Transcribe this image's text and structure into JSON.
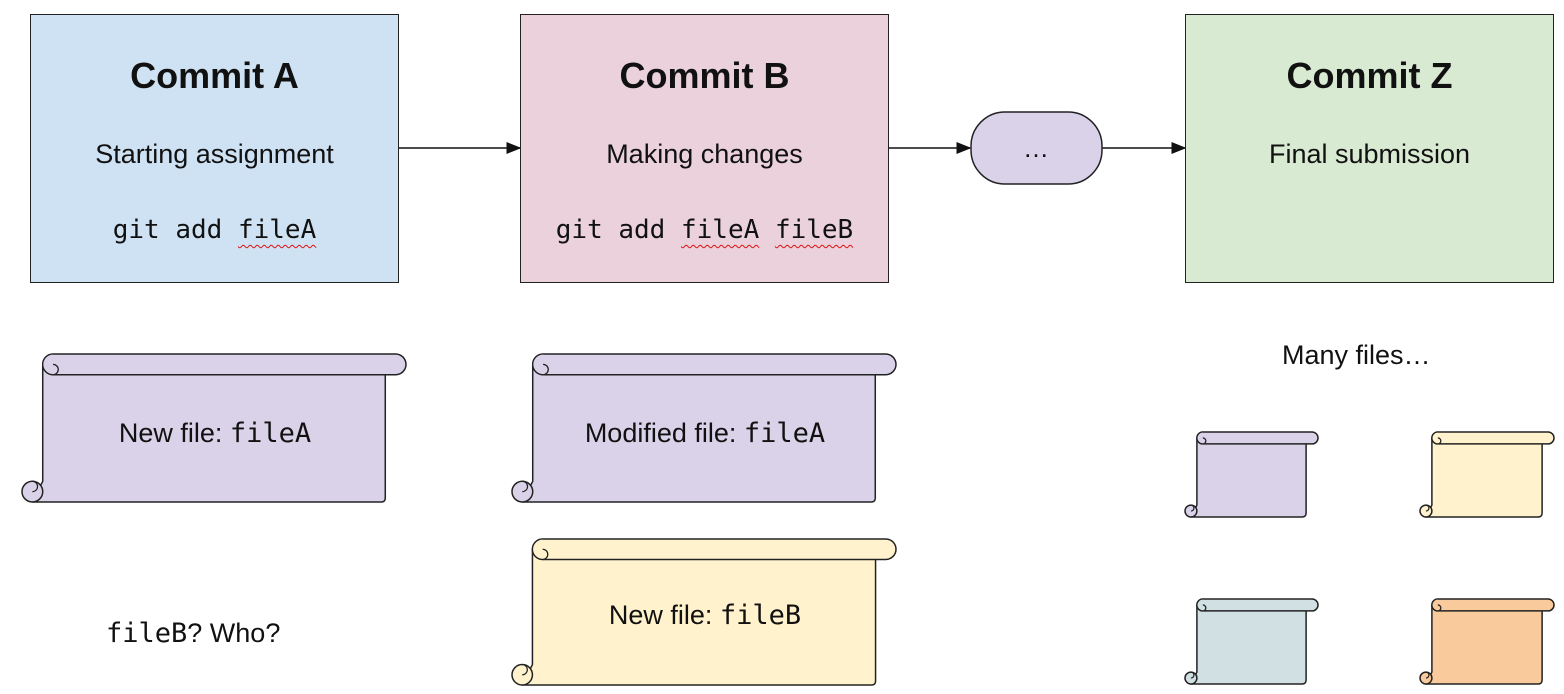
{
  "commits": [
    {
      "title": "Commit A",
      "subtitle": "Starting assignment",
      "command": [
        "git add",
        "fileA"
      ],
      "fill": "#cfe2f3"
    },
    {
      "title": "Commit B",
      "subtitle": "Making changes",
      "command": [
        "git add",
        "fileA",
        "fileB"
      ],
      "fill": "#ead1dc"
    },
    {
      "title": "Commit Z",
      "subtitle": "Final submission",
      "fill": "#d9ead3"
    }
  ],
  "ellipsis_node": {
    "label": "…",
    "fill": "#d9d2e9"
  },
  "files": {
    "commit_a_file": {
      "prefix": "New file: ",
      "filename": "fileA",
      "fill": "#d9d2e9"
    },
    "commit_b_modified": {
      "prefix": "Modified file: ",
      "filename": "fileA",
      "fill": "#d9d2e9"
    },
    "commit_b_new": {
      "prefix": "New file: ",
      "filename": "fileB",
      "fill": "#fff2cc"
    },
    "commit_a_missing": {
      "filename": "fileB",
      "suffix": "? Who?"
    }
  },
  "many_files": {
    "label": "Many files…",
    "fills": [
      "#d9d2e9",
      "#fff2cc",
      "#d0e0e3",
      "#f9cb9c"
    ]
  },
  "colors": {
    "stroke": "#222222",
    "spellcheck": "#dd1111"
  }
}
